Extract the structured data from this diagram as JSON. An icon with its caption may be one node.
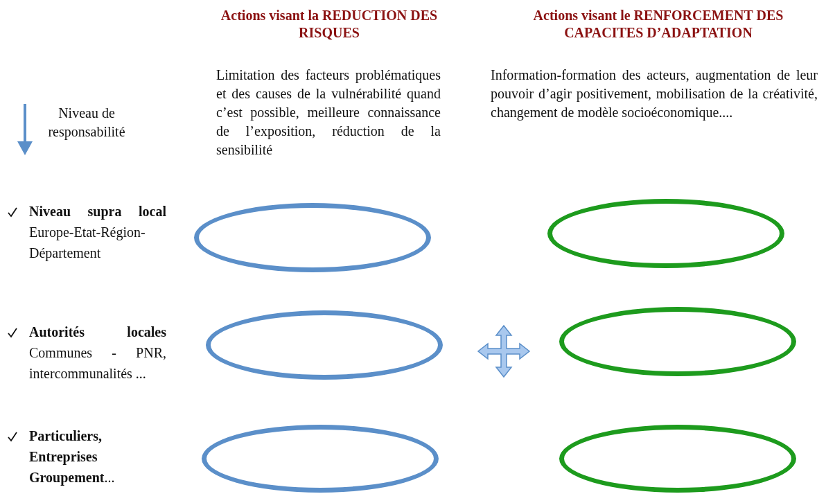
{
  "diagram": {
    "nodes": [
      {
        "text": [],
        "shape": "ellipse"
      },
      {
        "text": [],
        "shape": "ellipse"
      },
      {
        "text": [],
        "shape": "ellipse"
      },
      {
        "text": [],
        "shape": "ellipse"
      },
      {
        "text": [],
        "shape": "ellipse"
      },
      {
        "text": [],
        "shape": "ellipse"
      }
    ],
    "edges": [],
    "labels": [
      "Actions visant la REDUCTION DES RISQUES",
      "Actions visant le RENFORCEMENT DES CAPACITES D’ADAPTATION",
      "Limitation des facteurs problématiques et des causes de la vulnérabilité quand c’est possible, meilleure connaissance de l’exposition, réduction de la sensibilité",
      "Information-formation des acteurs, augmentation de leur pouvoir d’agir positivement, mobilisation de la créativité, changement de modèle socioéconomique....",
      "Niveau de responsabilité",
      "**Niveau supra local** Europe-Etat-Région-Département",
      "**Autorités locales** Communes - PNR, intercommunalités ...",
      "**Particuliers, Entreprises Groupement**..."
    ]
  }
}
